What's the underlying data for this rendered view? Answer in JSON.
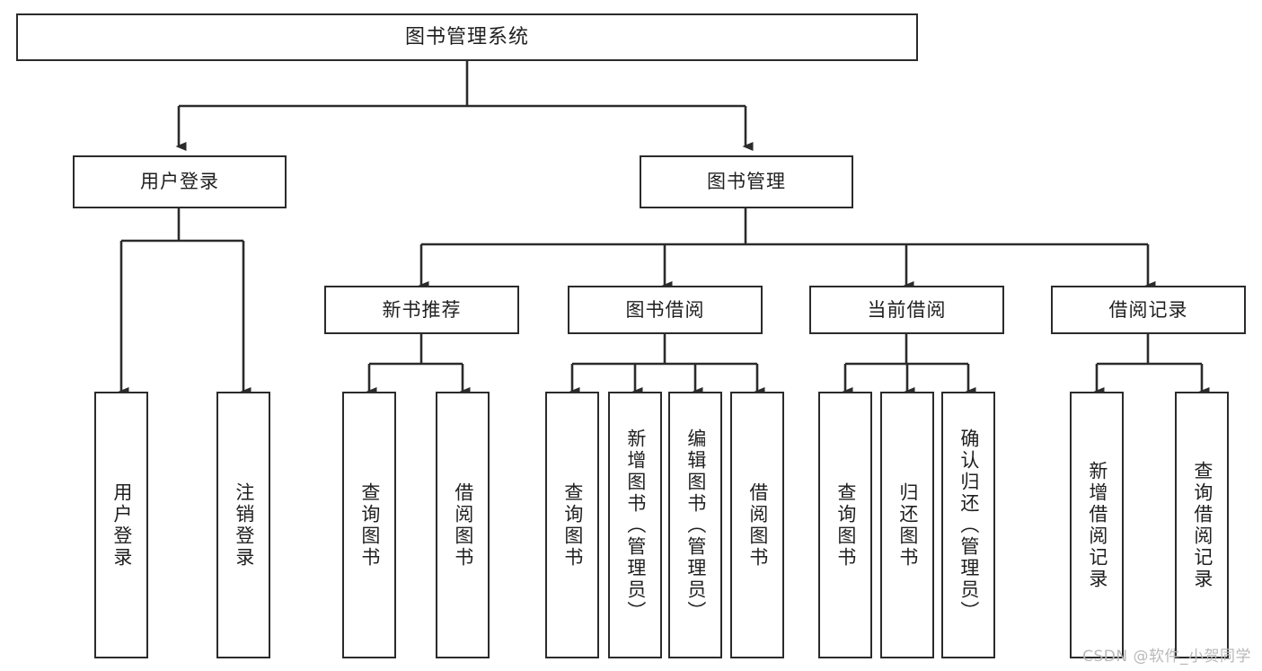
{
  "diagram": {
    "title": "图书管理系统",
    "type": "tree",
    "watermark": "CSDN @软件_小贺同学",
    "colors": {
      "node_border": "#2b2b2b",
      "node_fill": "#ffffff",
      "edge": "#2b2b2b",
      "text": "#1f1f1f",
      "watermark": "#b9b9b9",
      "background": "#ffffff"
    },
    "root": {
      "id": "root",
      "label": "图书管理系统"
    },
    "level1": [
      {
        "id": "user-login",
        "label": "用户登录"
      },
      {
        "id": "book-manage",
        "label": "图书管理"
      }
    ],
    "level2": [
      {
        "id": "new-book-recommend",
        "label": "新书推荐",
        "parent": "book-manage"
      },
      {
        "id": "book-borrow",
        "label": "图书借阅",
        "parent": "book-manage"
      },
      {
        "id": "current-borrow",
        "label": "当前借阅",
        "parent": "book-manage"
      },
      {
        "id": "borrow-record",
        "label": "借阅记录",
        "parent": "book-manage"
      }
    ],
    "leaves": [
      {
        "id": "leaf-user-login",
        "label": "用户登录",
        "parent": "user-login"
      },
      {
        "id": "leaf-logout-login",
        "label": "注销登录",
        "parent": "user-login"
      },
      {
        "id": "leaf-query-book-1",
        "label": "查询图书",
        "parent": "new-book-recommend"
      },
      {
        "id": "leaf-borrow-book-1",
        "label": "借阅图书",
        "parent": "new-book-recommend"
      },
      {
        "id": "leaf-query-book-2",
        "label": "查询图书",
        "parent": "book-borrow"
      },
      {
        "id": "leaf-add-book",
        "label": "新增图书（管理员）",
        "parent": "book-borrow"
      },
      {
        "id": "leaf-edit-book",
        "label": "编辑图书（管理员）",
        "parent": "book-borrow"
      },
      {
        "id": "leaf-borrow-book-2",
        "label": "借阅图书",
        "parent": "book-borrow"
      },
      {
        "id": "leaf-query-book-3",
        "label": "查询图书",
        "parent": "current-borrow"
      },
      {
        "id": "leaf-return-book",
        "label": "归还图书",
        "parent": "current-borrow"
      },
      {
        "id": "leaf-confirm-return",
        "label": "确认归还（管理员）",
        "parent": "current-borrow"
      },
      {
        "id": "leaf-add-record",
        "label": "新增借阅记录",
        "parent": "borrow-record"
      },
      {
        "id": "leaf-query-record",
        "label": "查询借阅记录",
        "parent": "borrow-record"
      }
    ]
  }
}
